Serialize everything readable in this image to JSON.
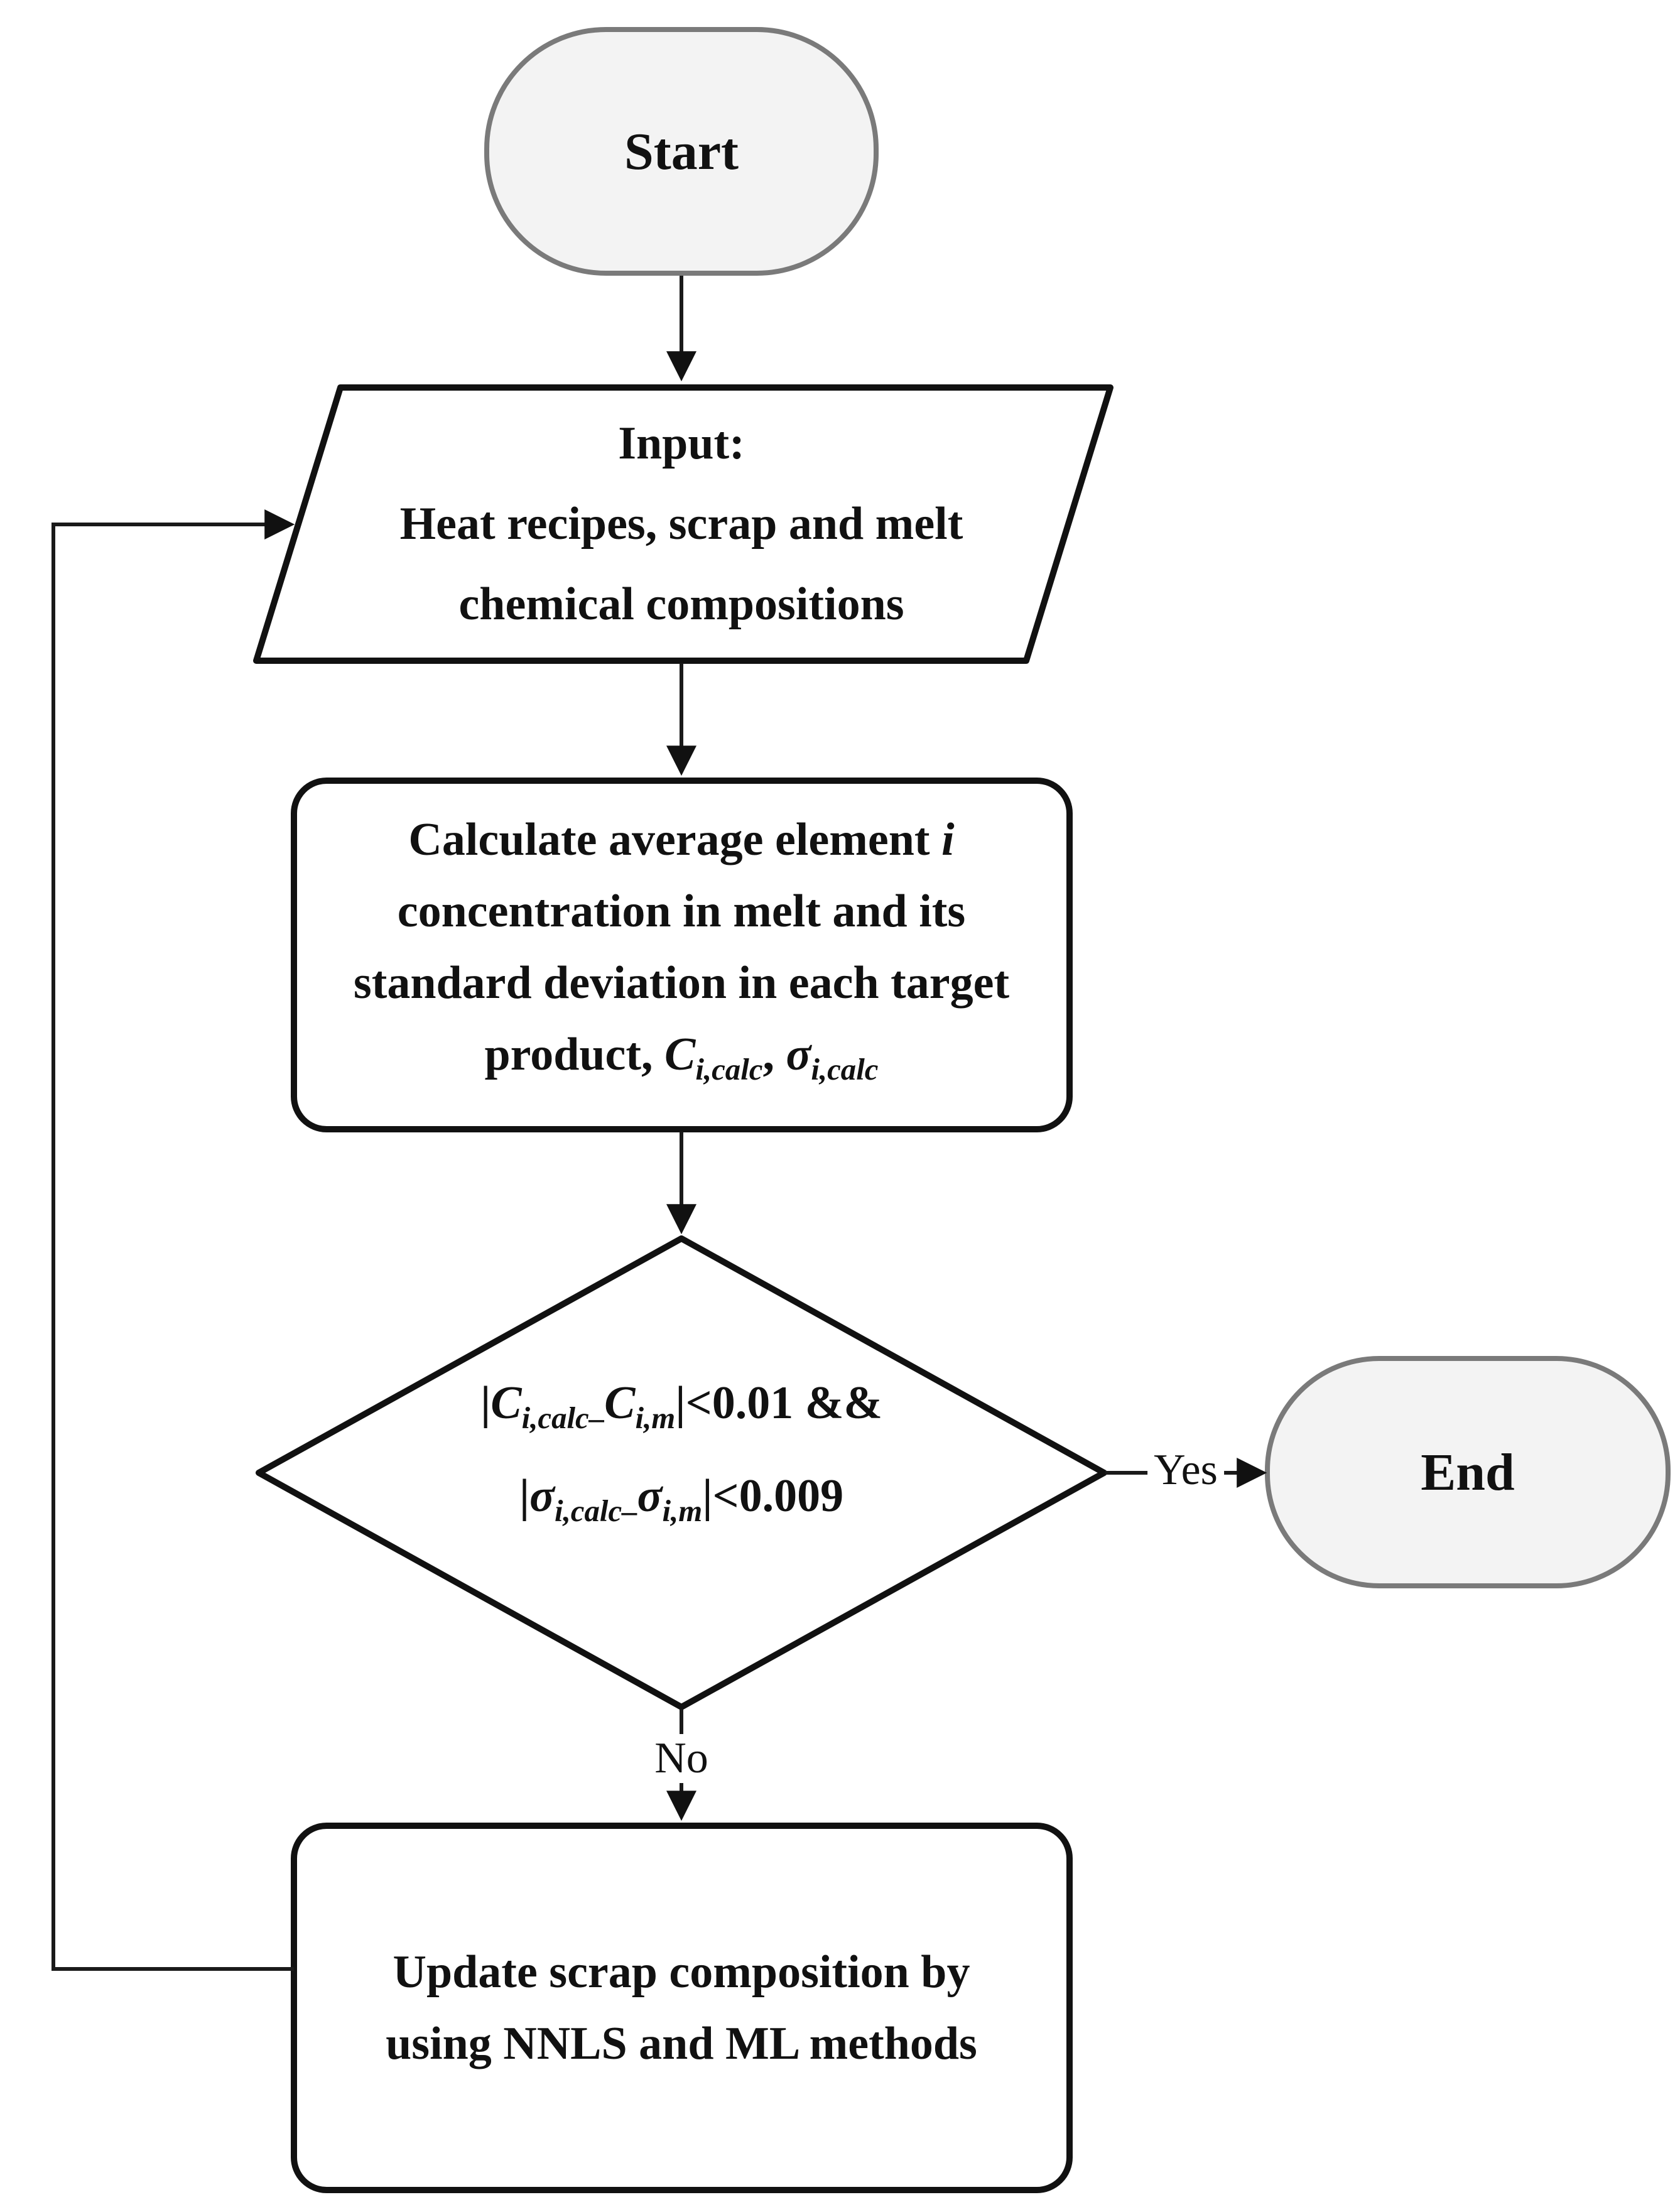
{
  "figure": {
    "type": "flowchart"
  },
  "nodes": {
    "start": {
      "label": "Start"
    },
    "input": {
      "line1": "Input:",
      "line2": "Heat recipes, scrap and melt",
      "line3": "chemical compositions"
    },
    "calculate": {
      "line1": [
        "Calculate average element ",
        "i"
      ],
      "line2": "concentration in melt and its",
      "line3": "standard deviation in each target",
      "line4": [
        "product, ",
        "C",
        "i,calc",
        ", ",
        "σ",
        "i,calc"
      ]
    },
    "decision": {
      "line1": [
        "|",
        "C",
        "i,calc",
        "–",
        "C",
        "i,m",
        "|<0.01 &&"
      ],
      "line2": [
        "|",
        "σ",
        "i,calc",
        "–",
        "σ",
        "i,m",
        "|<0.009"
      ]
    },
    "end": {
      "label": "End"
    },
    "update": {
      "line1": "Update scrap composition by",
      "line2": "using NNLS and ML methods"
    }
  },
  "edges": {
    "yes": "Yes",
    "no": "No"
  },
  "colors": {
    "terminal_fill": "#f3f3f3",
    "terminal_stroke": "#7a7a7a",
    "process_fill": "#ffffff",
    "process_stroke": "#111111",
    "connector": "#1a1a1a",
    "text": "#111111"
  }
}
